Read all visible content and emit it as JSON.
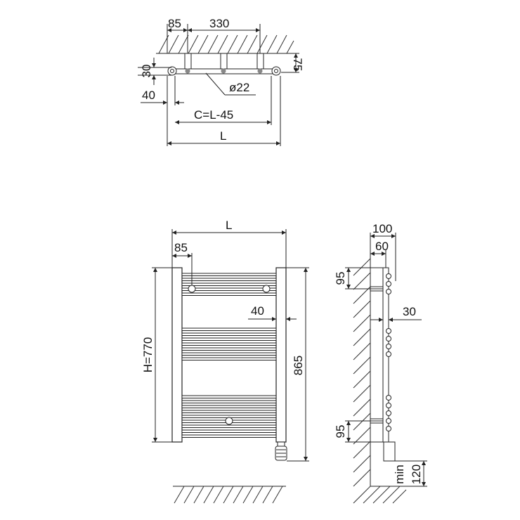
{
  "top_view": {
    "dim_85": "85",
    "dim_330": "330",
    "dim_75": "75",
    "dim_30": "30",
    "dim_pipe": "ø22",
    "dim_40": "40",
    "dim_c": "C=L-45",
    "dim_l": "L"
  },
  "front_view": {
    "dim_l": "L",
    "dim_85": "85",
    "dim_40": "40",
    "dim_h": "H=770",
    "dim_865": "865"
  },
  "side_view": {
    "dim_100": "100",
    "dim_60": "60",
    "dim_95_top": "95",
    "dim_30": "30",
    "dim_95_bottom": "95",
    "dim_min": "min",
    "dim_120": "120"
  }
}
